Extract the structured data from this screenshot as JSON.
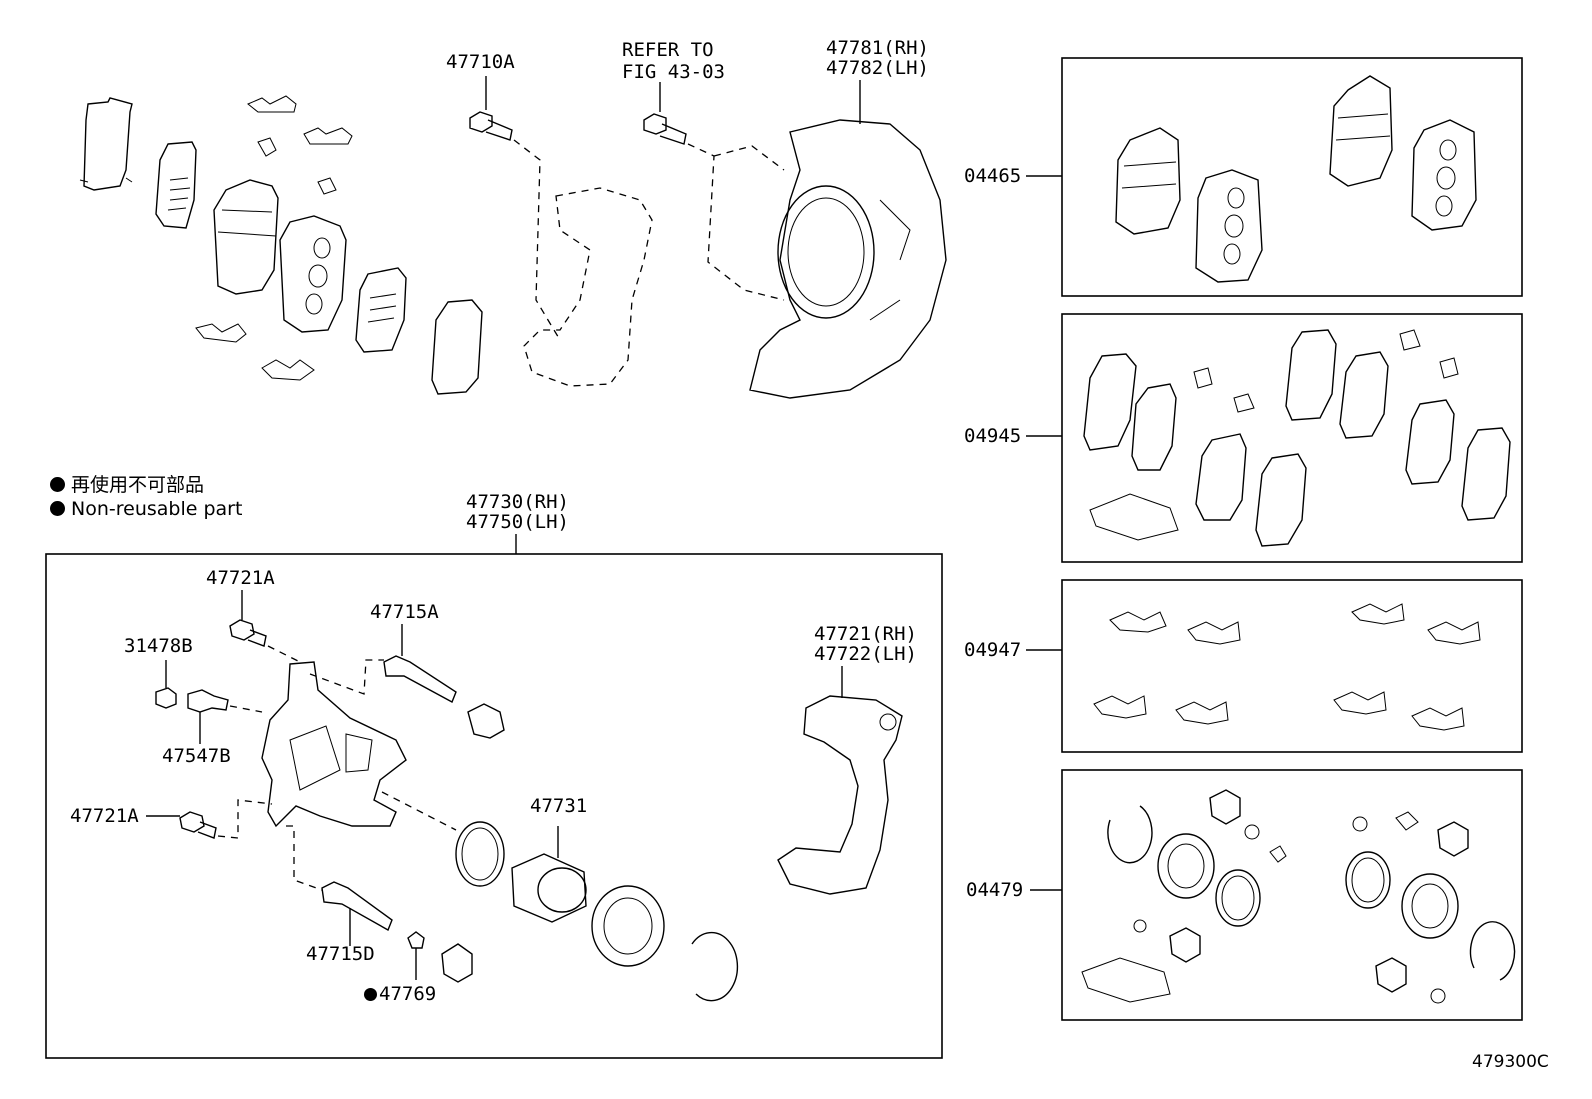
{
  "legend": {
    "jp": "再使用不可部品",
    "en": "Non-reusable part"
  },
  "labels": {
    "bolt_top": "47710A",
    "refer_line1": "REFER TO",
    "refer_line2": "FIG 43-03",
    "shield_rh": "47781(RH)",
    "shield_lh": "47782(LH)",
    "caliper_rh": "47730(RH)",
    "caliper_lh": "47750(LH)",
    "bolt_a_top": "47721A",
    "pin_a": "47715A",
    "bleeder_cap": "31478B",
    "bleeder": "47547B",
    "bolt_a_bottom": "47721A",
    "piston": "47731",
    "pin_d": "47715D",
    "bushing": "47769",
    "mount_rh": "47721(RH)",
    "mount_lh": "47722(LH)",
    "kit_pads": "04465",
    "kit_shims": "04945",
    "kit_clips": "04947",
    "kit_seals": "04479",
    "figure_code": "479300C"
  },
  "icons": {
    "non_reusable_marker": "filled-circle-icon"
  }
}
